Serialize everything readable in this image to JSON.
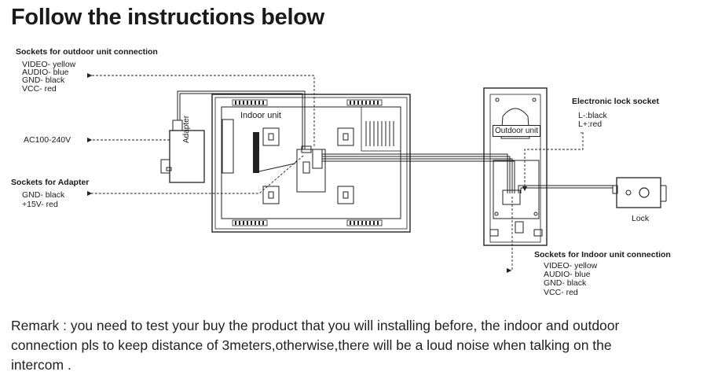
{
  "title": "Follow the instructions below",
  "outdoor_sockets": {
    "heading": "Sockets for outdoor unit connection",
    "lines": [
      "VIDEO- yellow",
      "AUDIO- blue",
      "GND- black",
      "VCC- red"
    ]
  },
  "power": {
    "label": "AC100-240V"
  },
  "adapter": {
    "heading": "Sockets for Adapter",
    "lines": [
      "GND- black",
      "+15V- red"
    ],
    "device_label": "Adapter"
  },
  "indoor_unit": {
    "label": "Indoor unit"
  },
  "outdoor_unit": {
    "label": "Outdoor unit"
  },
  "lock_socket": {
    "heading": "Electronic lock socket",
    "lines": [
      "L-:black",
      "L+:red"
    ]
  },
  "lock": {
    "label": "Lock"
  },
  "indoor_sockets": {
    "heading": "Sockets for Indoor unit connection",
    "lines": [
      "VIDEO- yellow",
      "AUDIO- blue",
      "GND- black",
      "VCC- red"
    ]
  },
  "remark": {
    "lines": [
      "Remark : you need to test your buy the product that you will installing before, the indoor and outdoor",
      "connection pls to keep distance of 3meters,otherwise,there will be a loud noise when talking on the",
      "intercom ."
    ]
  }
}
